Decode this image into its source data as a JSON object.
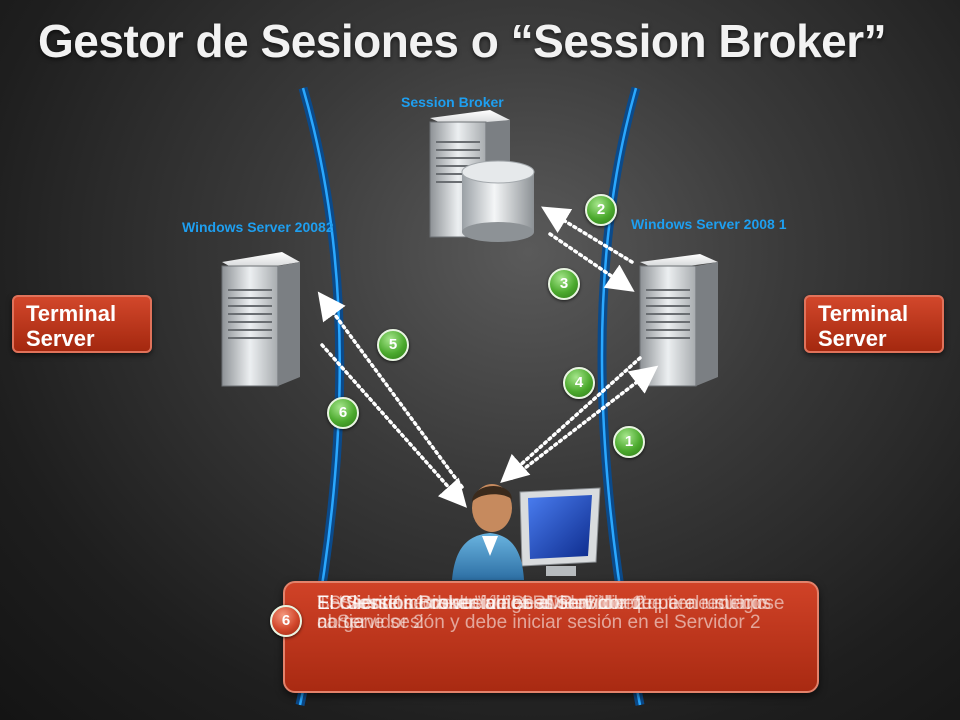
{
  "slide": {
    "title": "Gestor de Sesiones o “Session Broker”",
    "labels": {
      "broker": "Session Broker",
      "left_server": "Windows Server 20082",
      "right_server": "Windows Server 2008 1"
    },
    "terminal_left": [
      "Terminal",
      "Server"
    ],
    "terminal_right": [
      "Terminal",
      "Server"
    ],
    "badges": [
      "1",
      "2",
      "3",
      "4",
      "5",
      "6"
    ],
    "callout": {
      "step": "6",
      "overlapping_texts": [
        "El Cliente se conecta al Servidor 1",
        "Servidor 1 consulta al “Session Broker”",
        "El “Session Broker” dirige al servidor que tiene menos carga",
        "TS Session Broker indica al Servidor 1 que el usuario no tiene sesión y debe iniciar sesión en el Servidor 2",
        "El Servidor 1 devuelve el RDP al cliente para redirigirse al Servidor 2",
        "El Cliente inicia sesión en el Servidor 2"
      ]
    },
    "colors": {
      "accent_blue": "#1e9ff0",
      "box_red": "#c03a1f",
      "badge_green": "#4caa2e"
    }
  }
}
